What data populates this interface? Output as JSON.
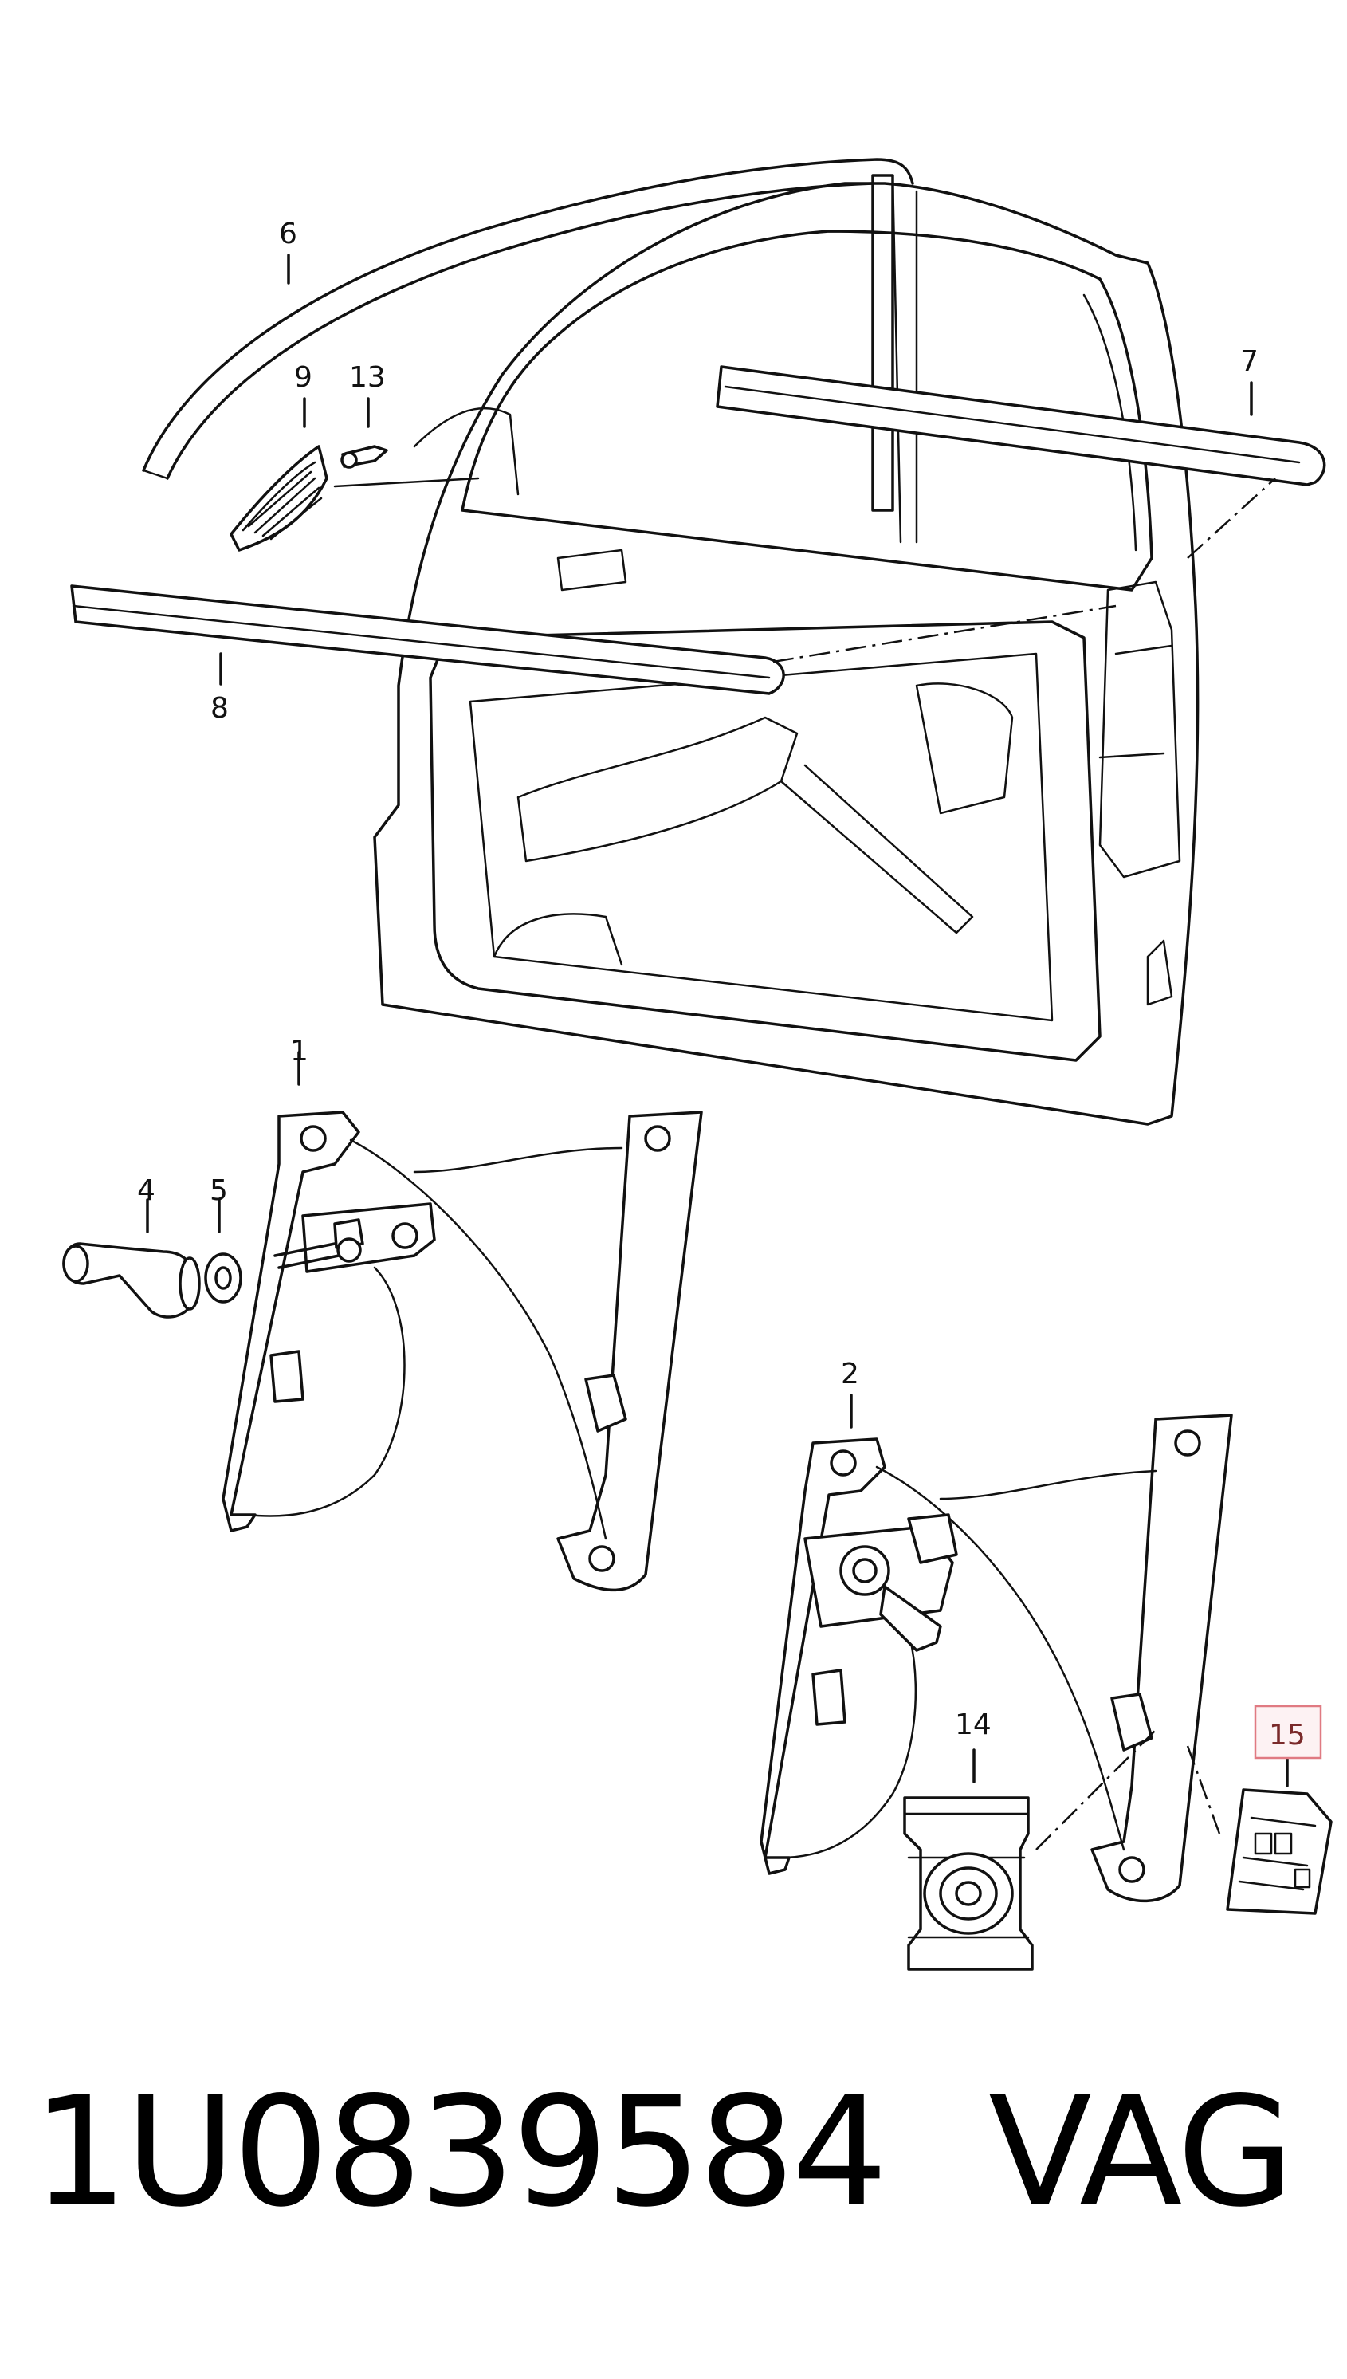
{
  "labels": {
    "p1": "1",
    "p2": "2",
    "p4": "4",
    "p5": "5",
    "p6": "6",
    "p7": "7",
    "p8": "8",
    "p9": "9",
    "p13": "13",
    "p14": "14",
    "p15": "15"
  },
  "highlight": {
    "color": "#e07a82"
  },
  "footer": {
    "part_number": "1U0839584",
    "brand": "VAG"
  }
}
